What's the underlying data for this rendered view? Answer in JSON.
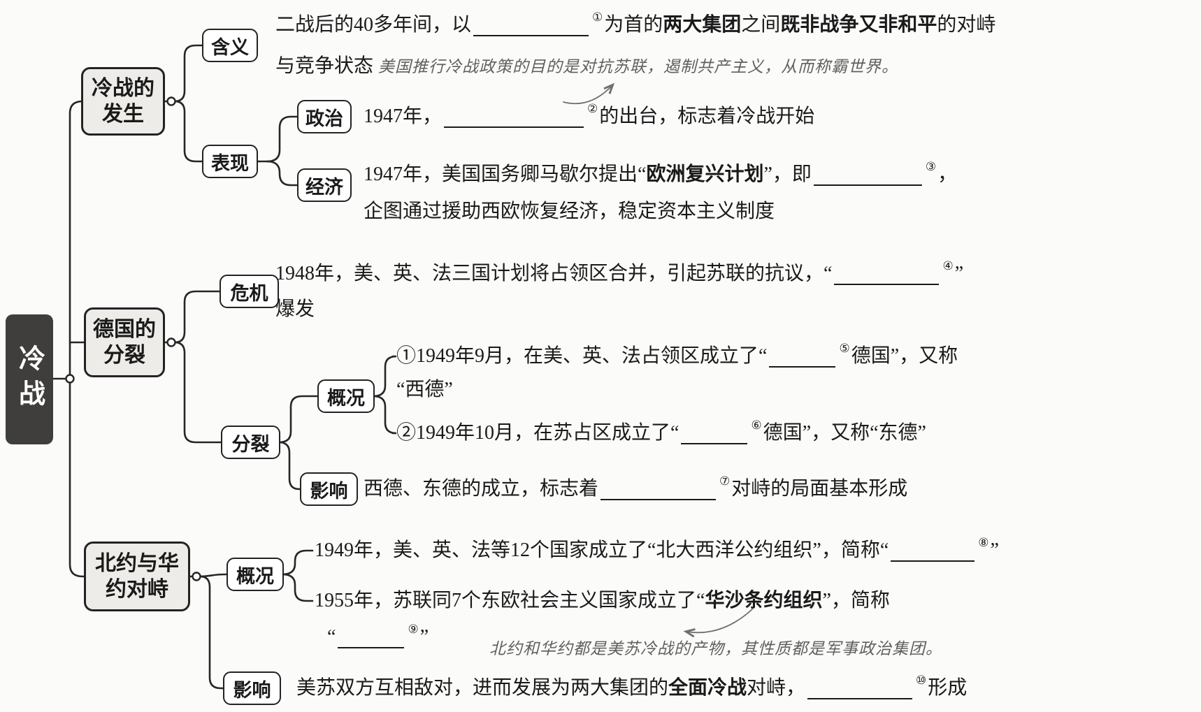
{
  "root": {
    "label": "冷战"
  },
  "branches": {
    "occurrence": {
      "label_lines": [
        "冷战的",
        "发生"
      ]
    },
    "germany": {
      "label_lines": [
        "德国的",
        "分裂"
      ]
    },
    "nato": {
      "label_lines": [
        "北约与华",
        "约对峙"
      ]
    }
  },
  "labels": {
    "meaning": "含义",
    "manifestation": "表现",
    "politics": "政治",
    "economy": "经济",
    "crisis": "危机",
    "split": "分裂",
    "overview_germany": "概况",
    "impact_germany": "影响",
    "overview_nato": "概况",
    "impact_nato": "影响"
  },
  "colors": {
    "line": "#262626",
    "branch_fill": "#edece8",
    "root_fill": "#3f3e3c",
    "handwriting": "#606060"
  },
  "icons": {
    "junction_dot": "branch junction dot",
    "annotation_arrow": "hand-drawn curved arrow"
  },
  "lines": {
    "meaning_1": [
      {
        "t": "二战后的40多年间，以"
      },
      {
        "u": 165
      },
      {
        "s": "①"
      },
      {
        "t": "为首的"
      },
      {
        "b": "两大集团"
      },
      {
        "t": "之间"
      },
      {
        "b": "既非战争又非和平"
      },
      {
        "t": "的对峙"
      }
    ],
    "meaning_2": [
      {
        "t": "与竞争状态  "
      },
      {
        "h": "美国推行冷战政策的目的是对抗苏联，遏制共产主义，从而称霸世界。"
      }
    ],
    "politics_1": [
      {
        "t": "1947年，"
      },
      {
        "u": 200
      },
      {
        "s": "②"
      },
      {
        "t": "的出台，标志着冷战开始"
      }
    ],
    "economy_1": [
      {
        "t": "1947年，美国国务卿马歇尔提出“"
      },
      {
        "b": "欧洲复兴计划"
      },
      {
        "t": "”，即"
      },
      {
        "u": 155
      },
      {
        "s": "③"
      },
      {
        "t": "，"
      }
    ],
    "economy_2": [
      {
        "t": "企图通过援助西欧恢复经济，稳定资本主义制度"
      }
    ],
    "crisis_1": [
      {
        "t": "1948年，美、英、法三国计划将占领区合并，引起苏联的抗议，“"
      },
      {
        "u": 150
      },
      {
        "s": "④"
      },
      {
        "t": "”"
      }
    ],
    "crisis_2": [
      {
        "t": "爆发"
      }
    ],
    "split_overview_1a": [
      {
        "t": "①1949年9月，在美、英、法占领区成立了“"
      },
      {
        "u": 95
      },
      {
        "s": "⑤"
      },
      {
        "t": "德国”，又称"
      }
    ],
    "split_overview_1b": [
      {
        "t": "“西德”"
      }
    ],
    "split_overview_2": [
      {
        "t": "②1949年10月，在苏占区成立了“"
      },
      {
        "u": 95
      },
      {
        "s": "⑥"
      },
      {
        "t": "德国”，又称“东德”"
      }
    ],
    "impact_germany_1": [
      {
        "t": "西德、东德的成立，标志着"
      },
      {
        "u": 165
      },
      {
        "s": "⑦"
      },
      {
        "t": "对峙的局面基本形成"
      }
    ],
    "nato_overview_1": [
      {
        "t": "1949年，美、英、法等12个国家成立了“北大西洋公约组织”，简称“"
      },
      {
        "u": 120
      },
      {
        "s": "⑧"
      },
      {
        "t": "”"
      }
    ],
    "nato_overview_2a": [
      {
        "t": "1955年，苏联同7个东欧社会主义国家成立了“"
      },
      {
        "b": "华沙条约组织"
      },
      {
        "t": "”，简称"
      }
    ],
    "nato_overview_2b": [
      {
        "t": "“"
      },
      {
        "u": 95
      },
      {
        "s": "⑨"
      },
      {
        "t": "”"
      }
    ],
    "nato_note": [
      {
        "h": "北约和华约都是美苏冷战的产物，其性质都是军事政治集团。"
      }
    ],
    "impact_nato_1": [
      {
        "t": "美苏双方互相敌对，进而发展为两大集团的"
      },
      {
        "b": "全面冷战"
      },
      {
        "t": "对峙，"
      },
      {
        "u": 150
      },
      {
        "s": "⑩"
      },
      {
        "t": "形成"
      }
    ]
  }
}
